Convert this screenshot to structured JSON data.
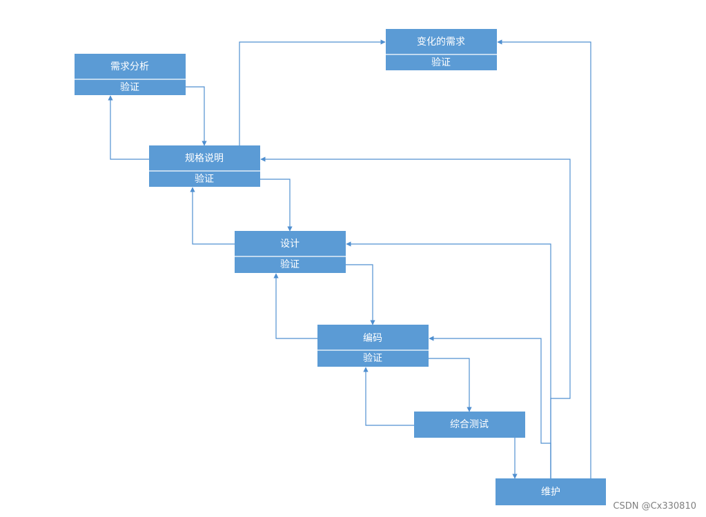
{
  "nodes": {
    "requirements_analysis": {
      "title": "需求分析",
      "sub": "验证"
    },
    "changing_requirements": {
      "title": "变化的需求",
      "sub": "验证"
    },
    "specification": {
      "title": "规格说明",
      "sub": "验证"
    },
    "design": {
      "title": "设计",
      "sub": "验证"
    },
    "coding": {
      "title": "编码",
      "sub": "验证"
    },
    "integration_testing": {
      "title": "综合测试"
    },
    "maintenance": {
      "title": "维护"
    }
  },
  "colors": {
    "box_fill": "#5b9bd5",
    "edge": "#4f8fd0",
    "text": "#ffffff"
  },
  "watermark": "CSDN @Cx330810"
}
